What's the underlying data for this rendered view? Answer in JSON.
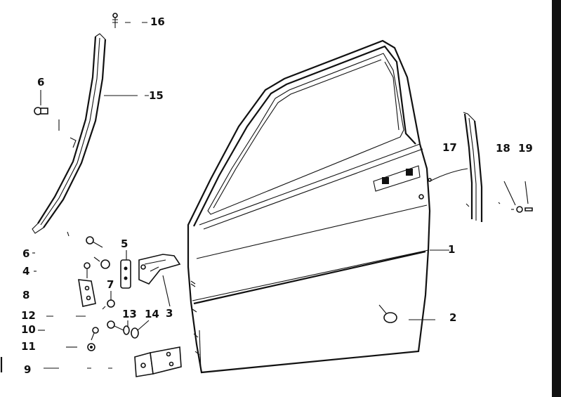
{
  "callouts": {
    "c1": "1",
    "c2": "2",
    "c3": "3",
    "c4": "4",
    "c5": "5",
    "c6a": "6",
    "c6b": "6",
    "c7": "7",
    "c8": "8",
    "c9": "9",
    "c10": "10",
    "c11": "11",
    "c12": "12",
    "c13": "13",
    "c14": "14",
    "c15": "15",
    "c16": "16",
    "c17": "17",
    "c18": "18",
    "c19": "19"
  },
  "colors": {
    "ink": "#111111",
    "background": "#ffffff"
  }
}
